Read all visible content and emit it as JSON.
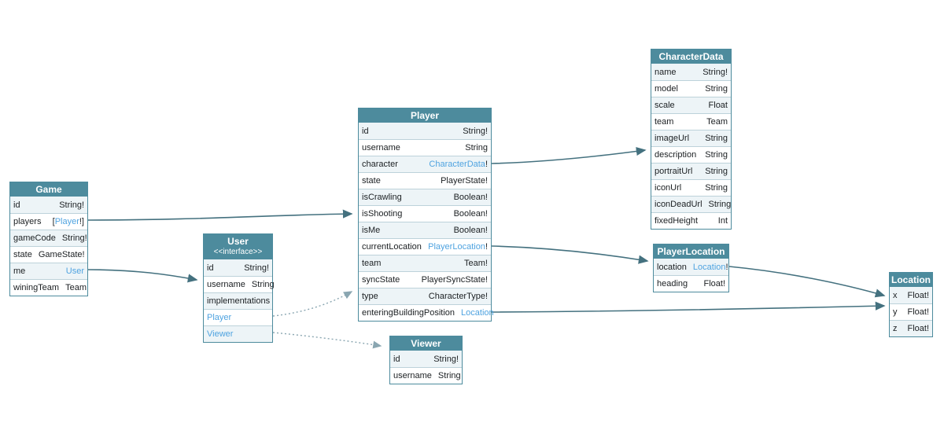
{
  "colors": {
    "header_bg": "#4d8b9d",
    "header_text": "#ffffff",
    "row_alt_bg": "#edf4f7",
    "row_bg": "#ffffff",
    "table_border": "#4d8b9d",
    "row_divider": "#bdd2da",
    "text": "#1b1f22",
    "type_link": "#4fa3e0",
    "edge_solid": "#44717f",
    "edge_dashed": "#8aa6b1"
  },
  "diagram": {
    "tables": [
      {
        "id": "game",
        "title": "Game",
        "fields": [
          {
            "name": "id",
            "type": "String!"
          },
          {
            "name": "players",
            "type": "[Player!]",
            "link": "Player"
          },
          {
            "name": "gameCode",
            "type": "String!"
          },
          {
            "name": "state",
            "type": "GameState!"
          },
          {
            "name": "me",
            "type": "User",
            "link": "User"
          },
          {
            "name": "winingTeam",
            "type": "Team"
          }
        ]
      },
      {
        "id": "user",
        "title": "User",
        "subtitle": "<<interface>>",
        "fields": [
          {
            "name": "id",
            "type": "String!"
          },
          {
            "name": "username",
            "type": "String"
          },
          {
            "name": "implementations",
            "kind": "section"
          },
          {
            "name": "Player",
            "kind": "impl"
          },
          {
            "name": "Viewer",
            "kind": "impl"
          }
        ]
      },
      {
        "id": "player",
        "title": "Player",
        "fields": [
          {
            "name": "id",
            "type": "String!"
          },
          {
            "name": "username",
            "type": "String"
          },
          {
            "name": "character",
            "type": "CharacterData!",
            "link": "CharacterData"
          },
          {
            "name": "state",
            "type": "PlayerState!"
          },
          {
            "name": "isCrawling",
            "type": "Boolean!"
          },
          {
            "name": "isShooting",
            "type": "Boolean!"
          },
          {
            "name": "isMe",
            "type": "Boolean!"
          },
          {
            "name": "currentLocation",
            "type": "PlayerLocation!",
            "link": "PlayerLocation"
          },
          {
            "name": "team",
            "type": "Team!"
          },
          {
            "name": "syncState",
            "type": "PlayerSyncState!"
          },
          {
            "name": "type",
            "type": "CharacterType!"
          },
          {
            "name": "enteringBuildingPosition",
            "type": "Location",
            "link": "Location"
          }
        ]
      },
      {
        "id": "viewer",
        "title": "Viewer",
        "fields": [
          {
            "name": "id",
            "type": "String!"
          },
          {
            "name": "username",
            "type": "String"
          }
        ]
      },
      {
        "id": "characterdata",
        "title": "CharacterData",
        "fields": [
          {
            "name": "name",
            "type": "String!"
          },
          {
            "name": "model",
            "type": "String"
          },
          {
            "name": "scale",
            "type": "Float"
          },
          {
            "name": "team",
            "type": "Team"
          },
          {
            "name": "imageUrl",
            "type": "String"
          },
          {
            "name": "description",
            "type": "String"
          },
          {
            "name": "portraitUrl",
            "type": "String"
          },
          {
            "name": "iconUrl",
            "type": "String"
          },
          {
            "name": "iconDeadUrl",
            "type": "String"
          },
          {
            "name": "fixedHeight",
            "type": "Int"
          }
        ]
      },
      {
        "id": "playerlocation",
        "title": "PlayerLocation",
        "fields": [
          {
            "name": "location",
            "type": "Location!",
            "link": "Location"
          },
          {
            "name": "heading",
            "type": "Float!"
          }
        ]
      },
      {
        "id": "location",
        "title": "Location",
        "fields": [
          {
            "name": "x",
            "type": "Float!"
          },
          {
            "name": "y",
            "type": "Float!"
          },
          {
            "name": "z",
            "type": "Float!"
          }
        ]
      }
    ],
    "edges": [
      {
        "from": "Game.players",
        "to": "Player",
        "style": "solid"
      },
      {
        "from": "Game.me",
        "to": "User",
        "style": "solid"
      },
      {
        "from": "User.Player",
        "to": "Player",
        "style": "dashed"
      },
      {
        "from": "User.Viewer",
        "to": "Viewer",
        "style": "dashed"
      },
      {
        "from": "Player.character",
        "to": "CharacterData",
        "style": "solid"
      },
      {
        "from": "Player.currentLocation",
        "to": "PlayerLocation",
        "style": "solid"
      },
      {
        "from": "PlayerLocation.location",
        "to": "Location",
        "style": "solid"
      },
      {
        "from": "Player.enteringBuildingPosition",
        "to": "Location",
        "style": "solid"
      }
    ]
  }
}
